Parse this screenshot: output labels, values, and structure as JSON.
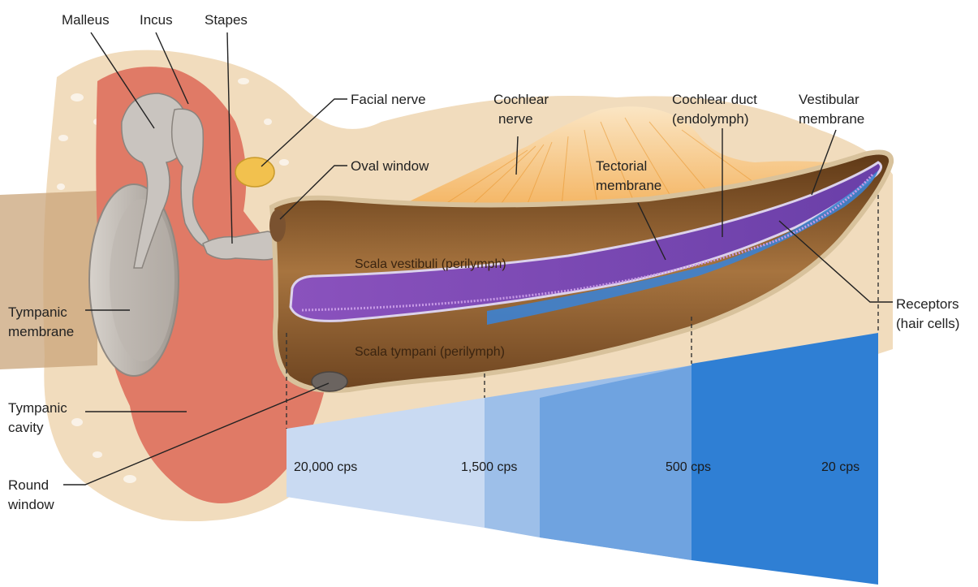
{
  "labels": {
    "malleus": "Malleus",
    "incus": "Incus",
    "stapes": "Stapes",
    "facial_nerve": "Facial nerve",
    "oval_window": "Oval window",
    "cochlear_nerve": [
      "Cochlear",
      "nerve"
    ],
    "cochlear_duct": [
      "Cochlear duct",
      "(endolymph)"
    ],
    "vestibular_membrane": [
      "Vestibular",
      "membrane"
    ],
    "tectorial_membrane": [
      "Tectorial",
      "membrane"
    ],
    "tympanic_membrane": [
      "Tympanic",
      "membrane"
    ],
    "tympanic_cavity": [
      "Tympanic",
      "cavity"
    ],
    "round_window": [
      "Round",
      "window"
    ],
    "receptors": [
      "Receptors",
      "(hair cells)"
    ],
    "scala_vestibuli": "Scala vestibuli (perilymph)",
    "scala_tympani": "Scala tympani (perilymph)"
  },
  "frequencies": [
    {
      "label": "20,000 cps",
      "color": "#c9daf2"
    },
    {
      "label": "1,500 cps",
      "color": "#9dbfe9"
    },
    {
      "label": "500 cps",
      "color": "#6fa3e0"
    },
    {
      "label": "20 cps",
      "color": "#2f7fd4"
    }
  ],
  "colors": {
    "bone": "#f1dcbd",
    "middle_ear": "#e07a66",
    "ossicle": "#c9c4bf",
    "nerve": "#f5b552",
    "facial_nerve": "#f2c14e",
    "scala": "#8a5a2b",
    "duct": "#7b4bb0",
    "basilar": "#3d82d0"
  }
}
